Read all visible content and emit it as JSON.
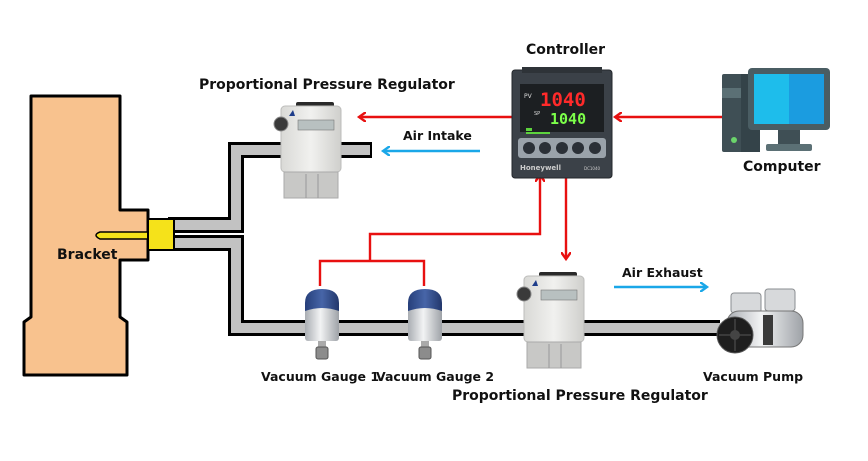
{
  "labels": {
    "controller": "Controller",
    "computer": "Computer",
    "regulator_top": "Proportional Pressure Regulator",
    "regulator_bottom": "Proportional Pressure Regulator",
    "bracket": "Bracket",
    "air_intake": "Air Intake",
    "air_exhaust": "Air Exhaust",
    "gauge1": "Vacuum Gauge 1",
    "gauge2": "Vacuum Gauge 2",
    "pump": "Vacuum Pump"
  },
  "controller": {
    "pv_label": "PV",
    "sp_label": "SP",
    "pv_value": "1040",
    "sp_value": "1040",
    "brand": "Honeywell",
    "model": "DC1040"
  },
  "colors": {
    "signal": "#e81010",
    "airflow": "#1aa7e8",
    "bracket": "#f8c28e",
    "connector": "#f5e21a",
    "pipe": "#c2c2c2",
    "pv_digits": "#ff2a2a",
    "sp_digits": "#7cff4a"
  }
}
